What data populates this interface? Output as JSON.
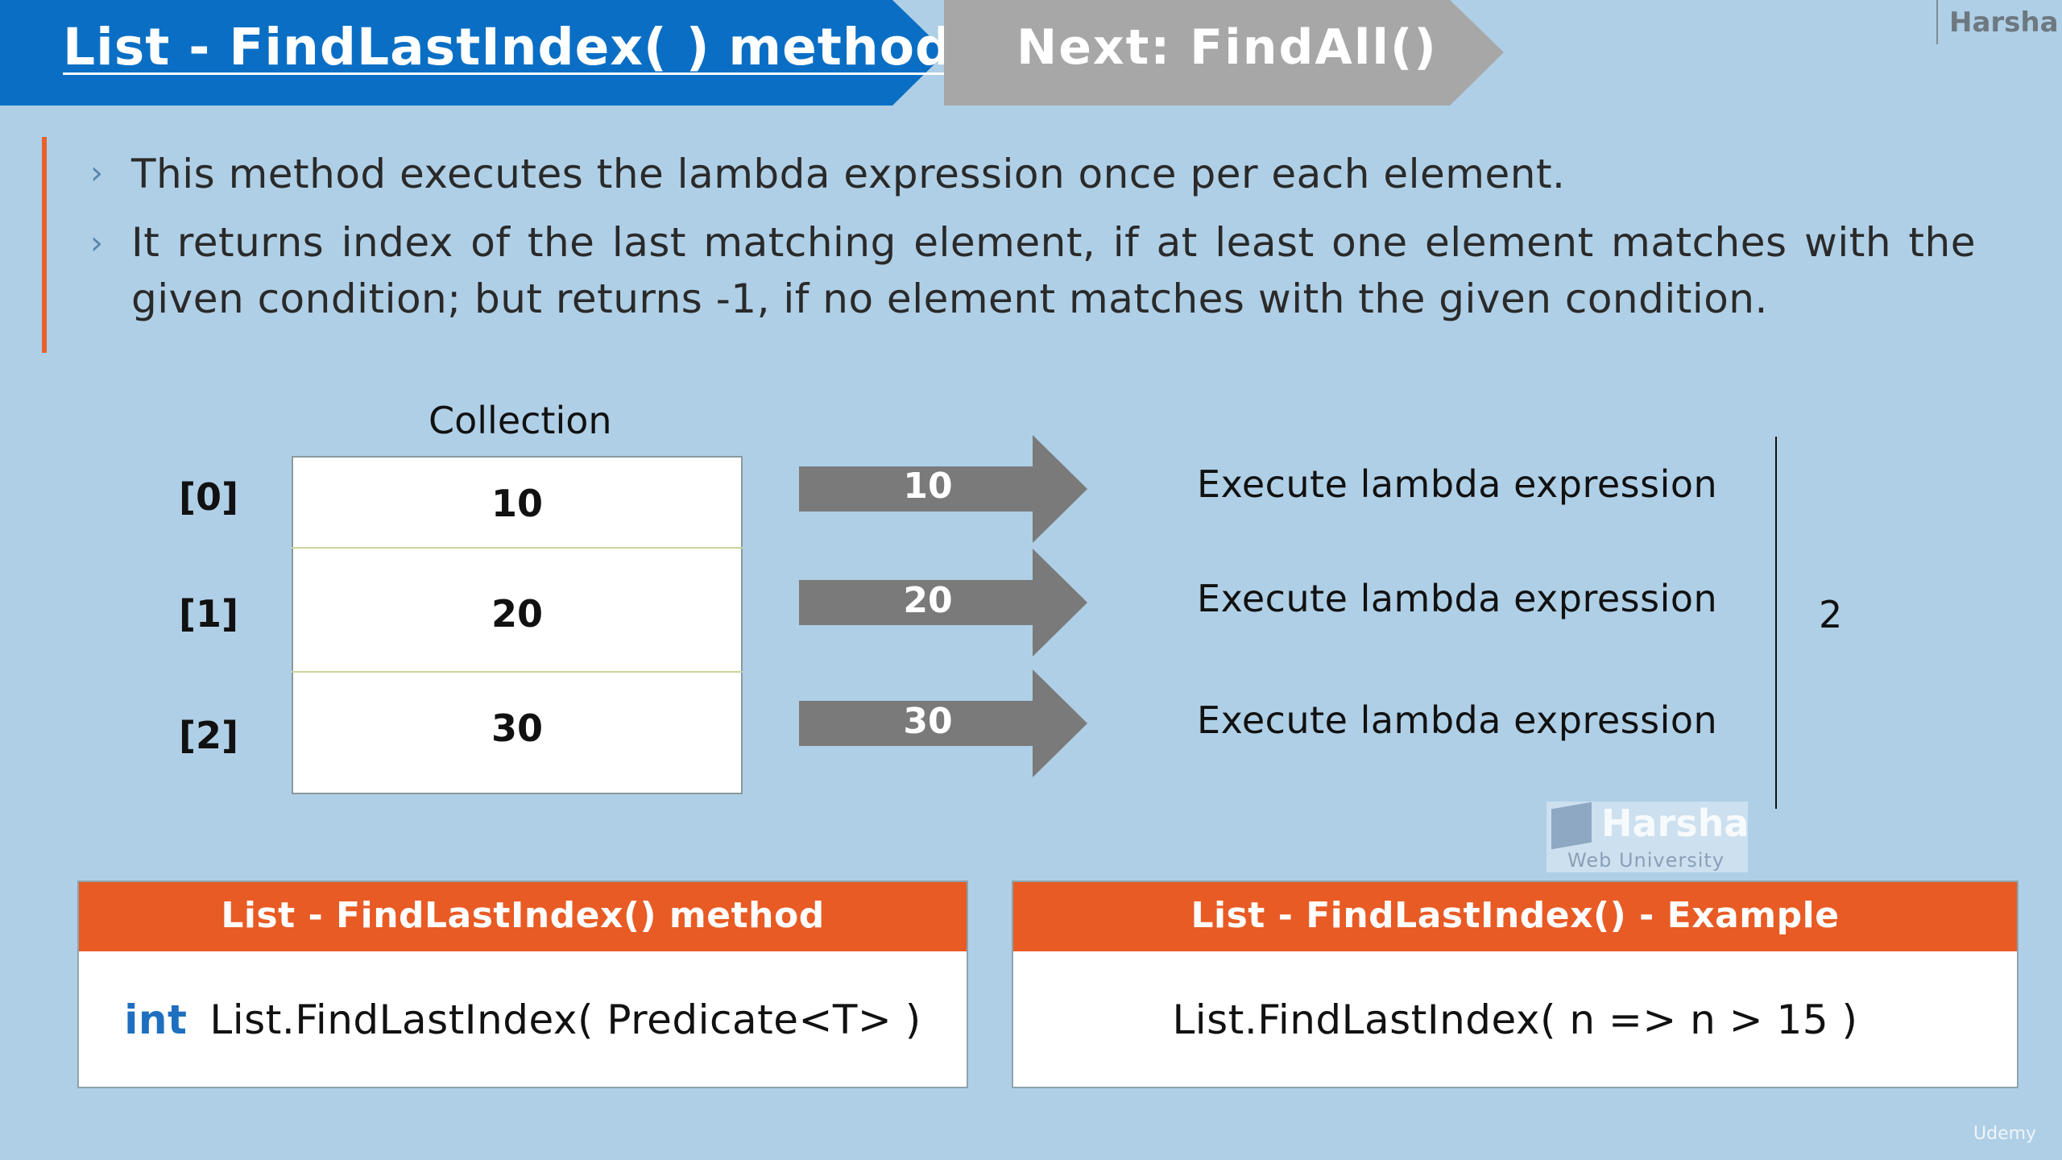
{
  "header": {
    "title": "List - FindLastIndex( ) method",
    "next": "Next: FindAll()",
    "brand": "Harsha"
  },
  "bullets": [
    "This method executes the lambda expression once per each element.",
    "It returns index of the last matching element, if at least one element matches with the given condition; but returns -1, if no element matches with the given condition."
  ],
  "diagram": {
    "collection_label": "Collection",
    "indices": [
      "[0]",
      "[1]",
      "[2]"
    ],
    "values": [
      "10",
      "20",
      "30"
    ],
    "arrow_labels": [
      "10",
      "20",
      "30"
    ],
    "actions": [
      "Execute lambda expression",
      "Execute lambda expression",
      "Execute lambda expression"
    ],
    "result": "2"
  },
  "watermark": {
    "name": "Harsha",
    "sub": "Web University"
  },
  "cards": {
    "left": {
      "header": "List - FindLastIndex() method",
      "keyword": "int",
      "code": "List.FindLastIndex( Predicate<T> )"
    },
    "right": {
      "header": "List - FindLastIndex() - Example",
      "code": "List.FindLastIndex( n => n > 15 )"
    }
  },
  "footer": {
    "platform": "Udemy"
  },
  "colors": {
    "background": "#afcfe6",
    "title_banner": "#0a6fc4",
    "next_banner": "#a7a7a7",
    "accent": "#e85b25",
    "arrow": "#7a7a7a"
  }
}
